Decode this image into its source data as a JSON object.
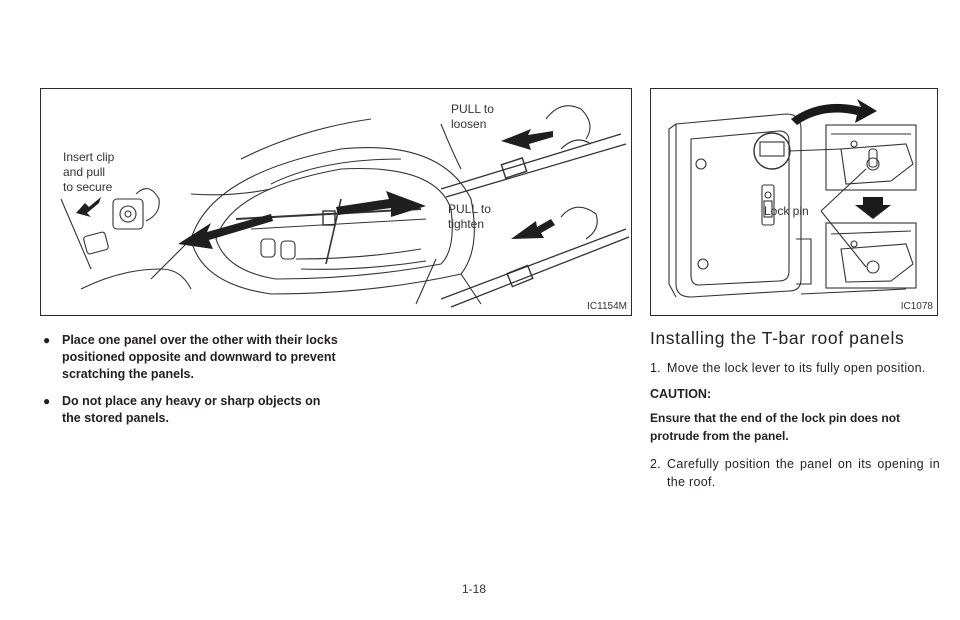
{
  "left_figure": {
    "label_insert": [
      "Insert clip",
      "and pull",
      "to secure"
    ],
    "label_loosen": [
      "PULL to",
      "loosen"
    ],
    "label_tighten": [
      "PULL to",
      "tighten"
    ],
    "code": "IC1154M"
  },
  "right_figure": {
    "label_lock_pin": "Lock pin",
    "code": "IC1078"
  },
  "bullets": [
    "Place one panel over the other with their locks positioned opposite and downward to prevent scratching the panels.",
    "Do not place any heavy or sharp objects on the stored panels."
  ],
  "section": {
    "title": "Installing the T-bar roof panels",
    "step1_num": "1.",
    "step1": "Move the lock lever to its fully open position.",
    "caution_head": "CAUTION:",
    "caution_body": "Ensure that the end of the lock pin does not protrude from the panel.",
    "step2_num": "2.",
    "step2": "Carefully position the panel on its opening in the roof."
  },
  "page_number": "1-18",
  "bullet_glyph": "●"
}
